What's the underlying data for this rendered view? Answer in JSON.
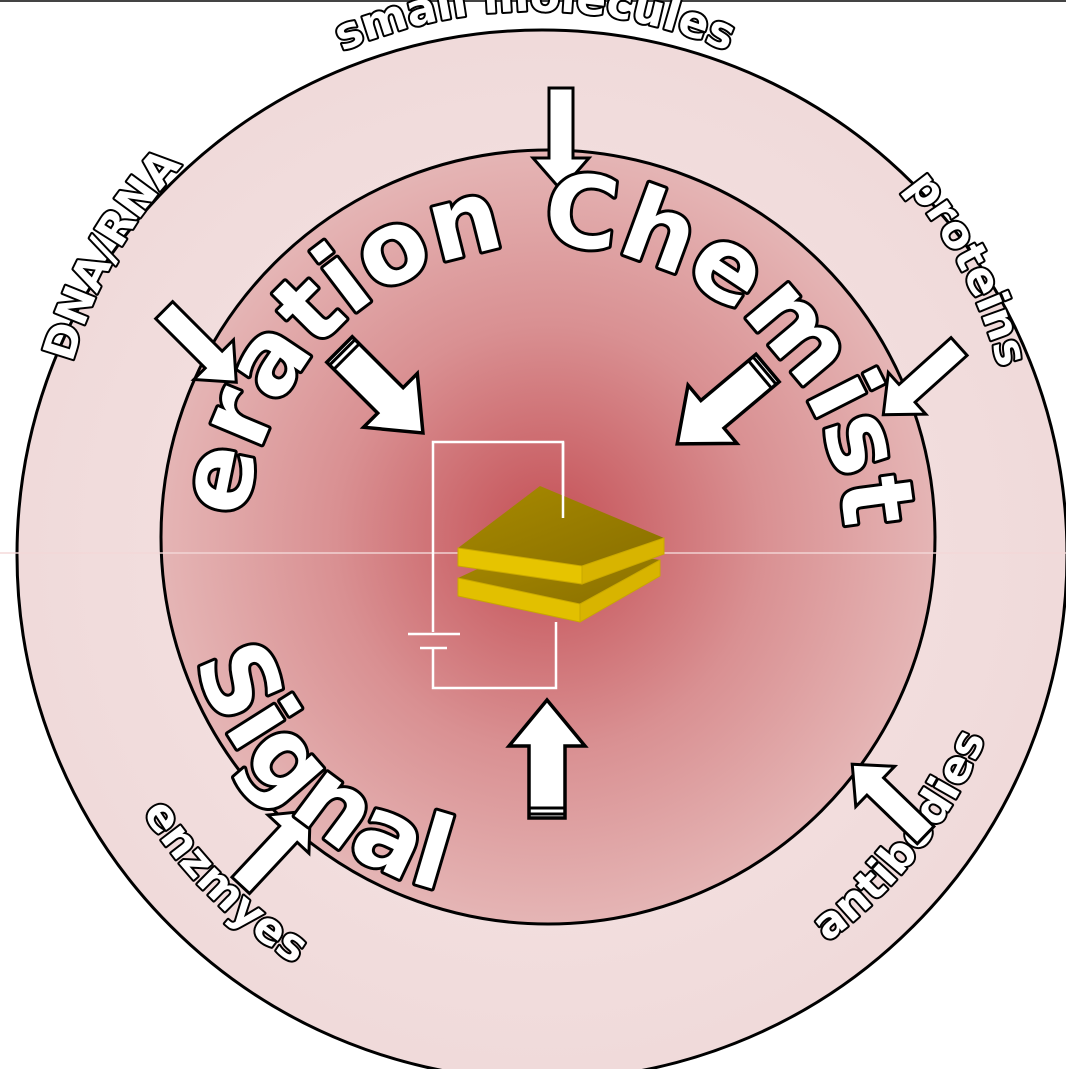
{
  "center_title": {
    "upper": "Generation Chemistries",
    "lower": "Signal"
  },
  "analytes": [
    {
      "key": "small_molecules",
      "label": "small molecules"
    },
    {
      "key": "proteins",
      "label": "proteins"
    },
    {
      "key": "antibodies",
      "label": "antibodies"
    },
    {
      "key": "enzymes",
      "label": "enzmyes"
    },
    {
      "key": "dna_rna",
      "label": "DNA/RNA"
    }
  ],
  "colors": {
    "outer_ring": "#f3e0e0",
    "inner_disk_center": "#c8585c",
    "inner_disk_edge": "#e3aeae",
    "electrode": "#c8a000",
    "arrow_fill": "#ffffff",
    "outline": "#000000"
  }
}
